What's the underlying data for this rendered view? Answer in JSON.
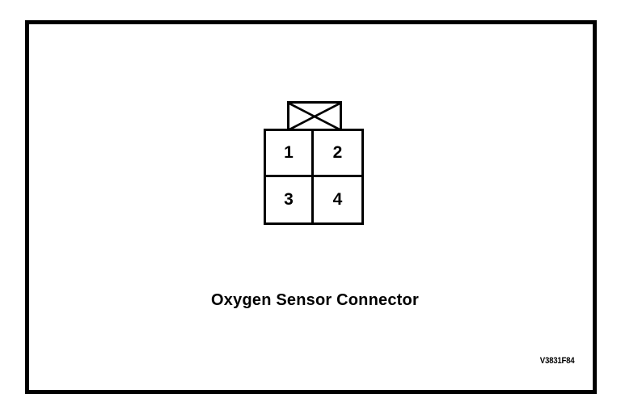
{
  "figure": {
    "caption": "Oxygen Sensor Connector",
    "code": "V3831F84",
    "border_color": "#000000",
    "background_color": "#ffffff"
  },
  "connector": {
    "tab": {
      "marking": "x-cross"
    },
    "pins": [
      {
        "number": "1",
        "position": "top-left"
      },
      {
        "number": "2",
        "position": "top-right"
      },
      {
        "number": "3",
        "position": "bottom-left"
      },
      {
        "number": "4",
        "position": "bottom-right"
      }
    ]
  }
}
